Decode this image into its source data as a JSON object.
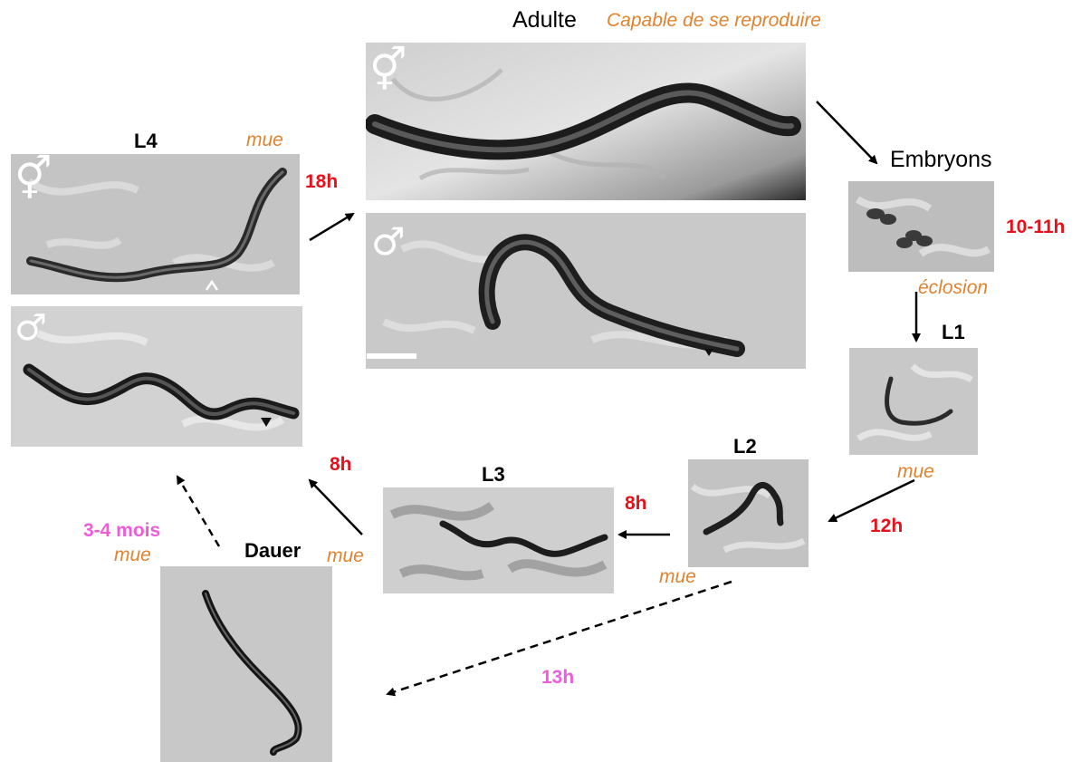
{
  "labels": {
    "adulte": "Adulte",
    "capable": "Capable de se reproduire",
    "embryons": "Embryons",
    "l4": "L4",
    "l1": "L1",
    "l2": "L2",
    "l3": "L3",
    "dauer": "Dauer",
    "mue_l4": "mue",
    "mue_l1": "mue",
    "mue_l2": "mue",
    "mue_l3": "mue",
    "mue_dauer": "mue",
    "eclosion": "éclosion"
  },
  "times": {
    "t18h": "18h",
    "t10_11h": "10-11h",
    "t12h": "12h",
    "t8h_l2": "8h",
    "t8h_l3": "8h",
    "t13h": "13h",
    "t3_4mois": "3-4 mois"
  },
  "symbols": {
    "hermaphrodite": "⚥",
    "male": "♂"
  },
  "colors": {
    "time_red": "#e8101a",
    "time_pink": "#ef5bd8",
    "label_orange": "#e1822f"
  }
}
